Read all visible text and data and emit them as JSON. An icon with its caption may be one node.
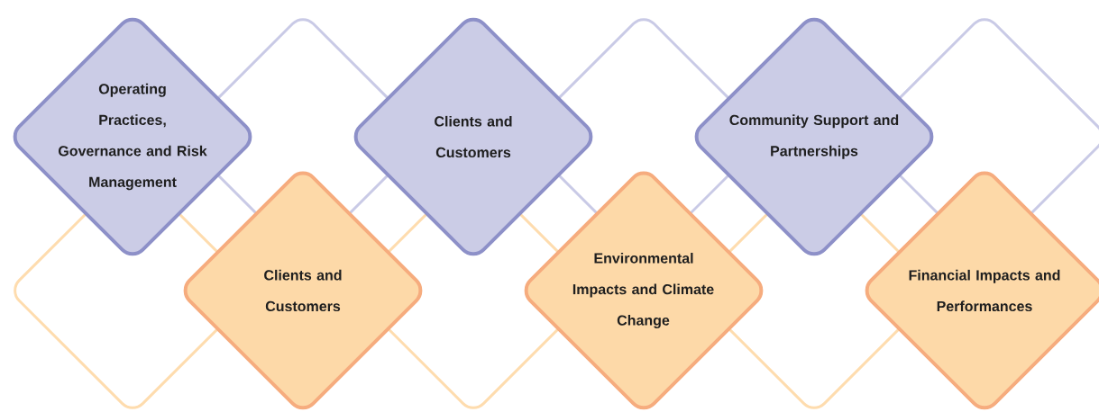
{
  "diagram": {
    "nodes": [
      {
        "text": [
          "Operating Practices, Governance and Risk Management"
        ]
      },
      {
        "text": [
          "Clients and Customers"
        ]
      },
      {
        "text": [
          "Community Support and Partnerships"
        ]
      },
      {
        "text": [
          "Clients and Customers"
        ]
      },
      {
        "text": [
          "Environmental Impacts and Climate Change"
        ]
      },
      {
        "text": [
          "Financial Impacts and Performances"
        ]
      }
    ]
  }
}
